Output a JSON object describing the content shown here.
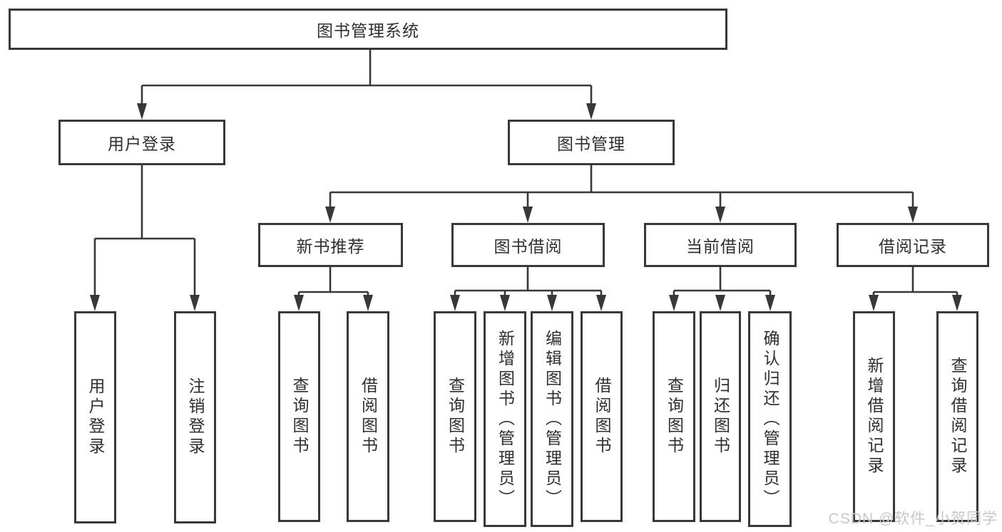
{
  "diagram": {
    "title": "图书管理系统",
    "type": "hierarchy-tree",
    "colors": {
      "line": "#383838",
      "text": "#2f2f2f",
      "background": "#ffffff",
      "watermark": "#c7c7c7"
    },
    "nodes": {
      "root": {
        "label": "图书管理系统"
      },
      "user_login": {
        "label": "用户登录"
      },
      "book_mgmt": {
        "label": "图书管理"
      },
      "login": {
        "label": "用户登录"
      },
      "logout": {
        "label": "注销登录"
      },
      "new_recommend": {
        "label": "新书推荐"
      },
      "borrow": {
        "label": "图书借阅"
      },
      "current": {
        "label": "当前借阅"
      },
      "records": {
        "label": "借阅记录"
      },
      "nr_query": {
        "label": "查询图书"
      },
      "nr_borrow": {
        "label": "借阅图书"
      },
      "bb_query": {
        "label": "查询图书"
      },
      "bb_add": {
        "label": "新增图书（管理员）"
      },
      "bb_edit": {
        "label": "编辑图书（管理员）"
      },
      "bb_borrow": {
        "label": "借阅图书"
      },
      "cb_query": {
        "label": "查询图书"
      },
      "cb_return": {
        "label": "归还图书"
      },
      "cb_confirm": {
        "label": "确认归还（管理员）"
      },
      "br_add": {
        "label": "新增借阅记录"
      },
      "br_query": {
        "label": "查询借阅记录"
      }
    },
    "edges": [
      [
        "root",
        "user_login"
      ],
      [
        "root",
        "book_mgmt"
      ],
      [
        "user_login",
        "login"
      ],
      [
        "user_login",
        "logout"
      ],
      [
        "book_mgmt",
        "new_recommend"
      ],
      [
        "book_mgmt",
        "borrow"
      ],
      [
        "book_mgmt",
        "current"
      ],
      [
        "book_mgmt",
        "records"
      ],
      [
        "new_recommend",
        "nr_query"
      ],
      [
        "new_recommend",
        "nr_borrow"
      ],
      [
        "borrow",
        "bb_query"
      ],
      [
        "borrow",
        "bb_add"
      ],
      [
        "borrow",
        "bb_edit"
      ],
      [
        "borrow",
        "bb_borrow"
      ],
      [
        "current",
        "cb_query"
      ],
      [
        "current",
        "cb_return"
      ],
      [
        "current",
        "cb_confirm"
      ],
      [
        "records",
        "br_add"
      ],
      [
        "records",
        "br_query"
      ]
    ],
    "watermark": "CSDN @软件_小贺同学"
  }
}
